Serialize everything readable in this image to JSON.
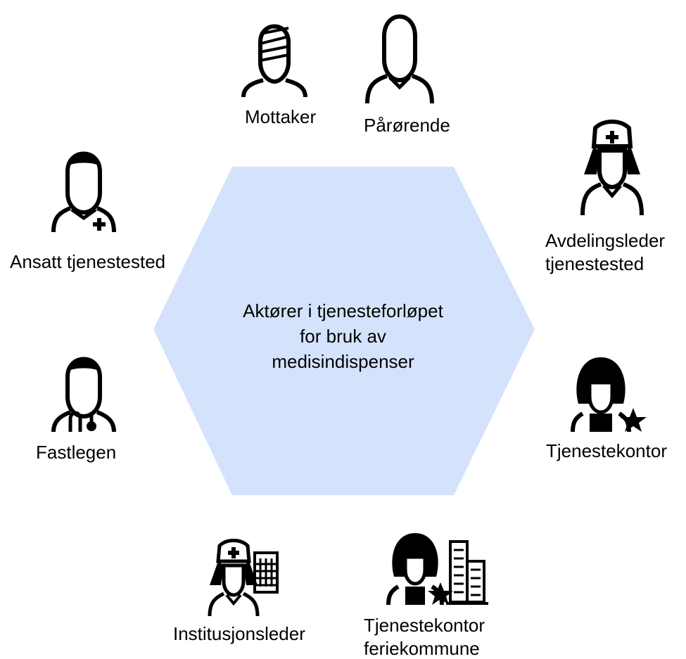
{
  "diagram": {
    "center": {
      "lines": [
        "Aktører i tjenesteforløpet",
        "for bruk av",
        "medisindispenser"
      ]
    },
    "hexagon_color": "#d4e3fb",
    "actors": {
      "mottaker": {
        "label": "Mottaker",
        "icon": "bandaged-person-icon"
      },
      "parorende": {
        "label": "Pårørende",
        "icon": "person-icon"
      },
      "avdelingsleder": {
        "label_lines": [
          "Avdelingsleder",
          "tjenestested"
        ],
        "icon": "nurse-cap-icon"
      },
      "ansatt": {
        "label": "Ansatt tjenestested",
        "icon": "health-worker-icon"
      },
      "fastlegen": {
        "label": "Fastlegen",
        "icon": "doctor-stethoscope-icon"
      },
      "tjenestekontor": {
        "label": "Tjenestekontor",
        "icon": "office-worker-star-icon"
      },
      "institusjonsleder": {
        "label": "Institusjonsleder",
        "icon": "nurse-building-icon"
      },
      "tjenestekontor_ferie": {
        "label_lines": [
          "Tjenestekontor",
          "feriekommune"
        ],
        "icon": "office-worker-star-building-icon"
      }
    }
  }
}
